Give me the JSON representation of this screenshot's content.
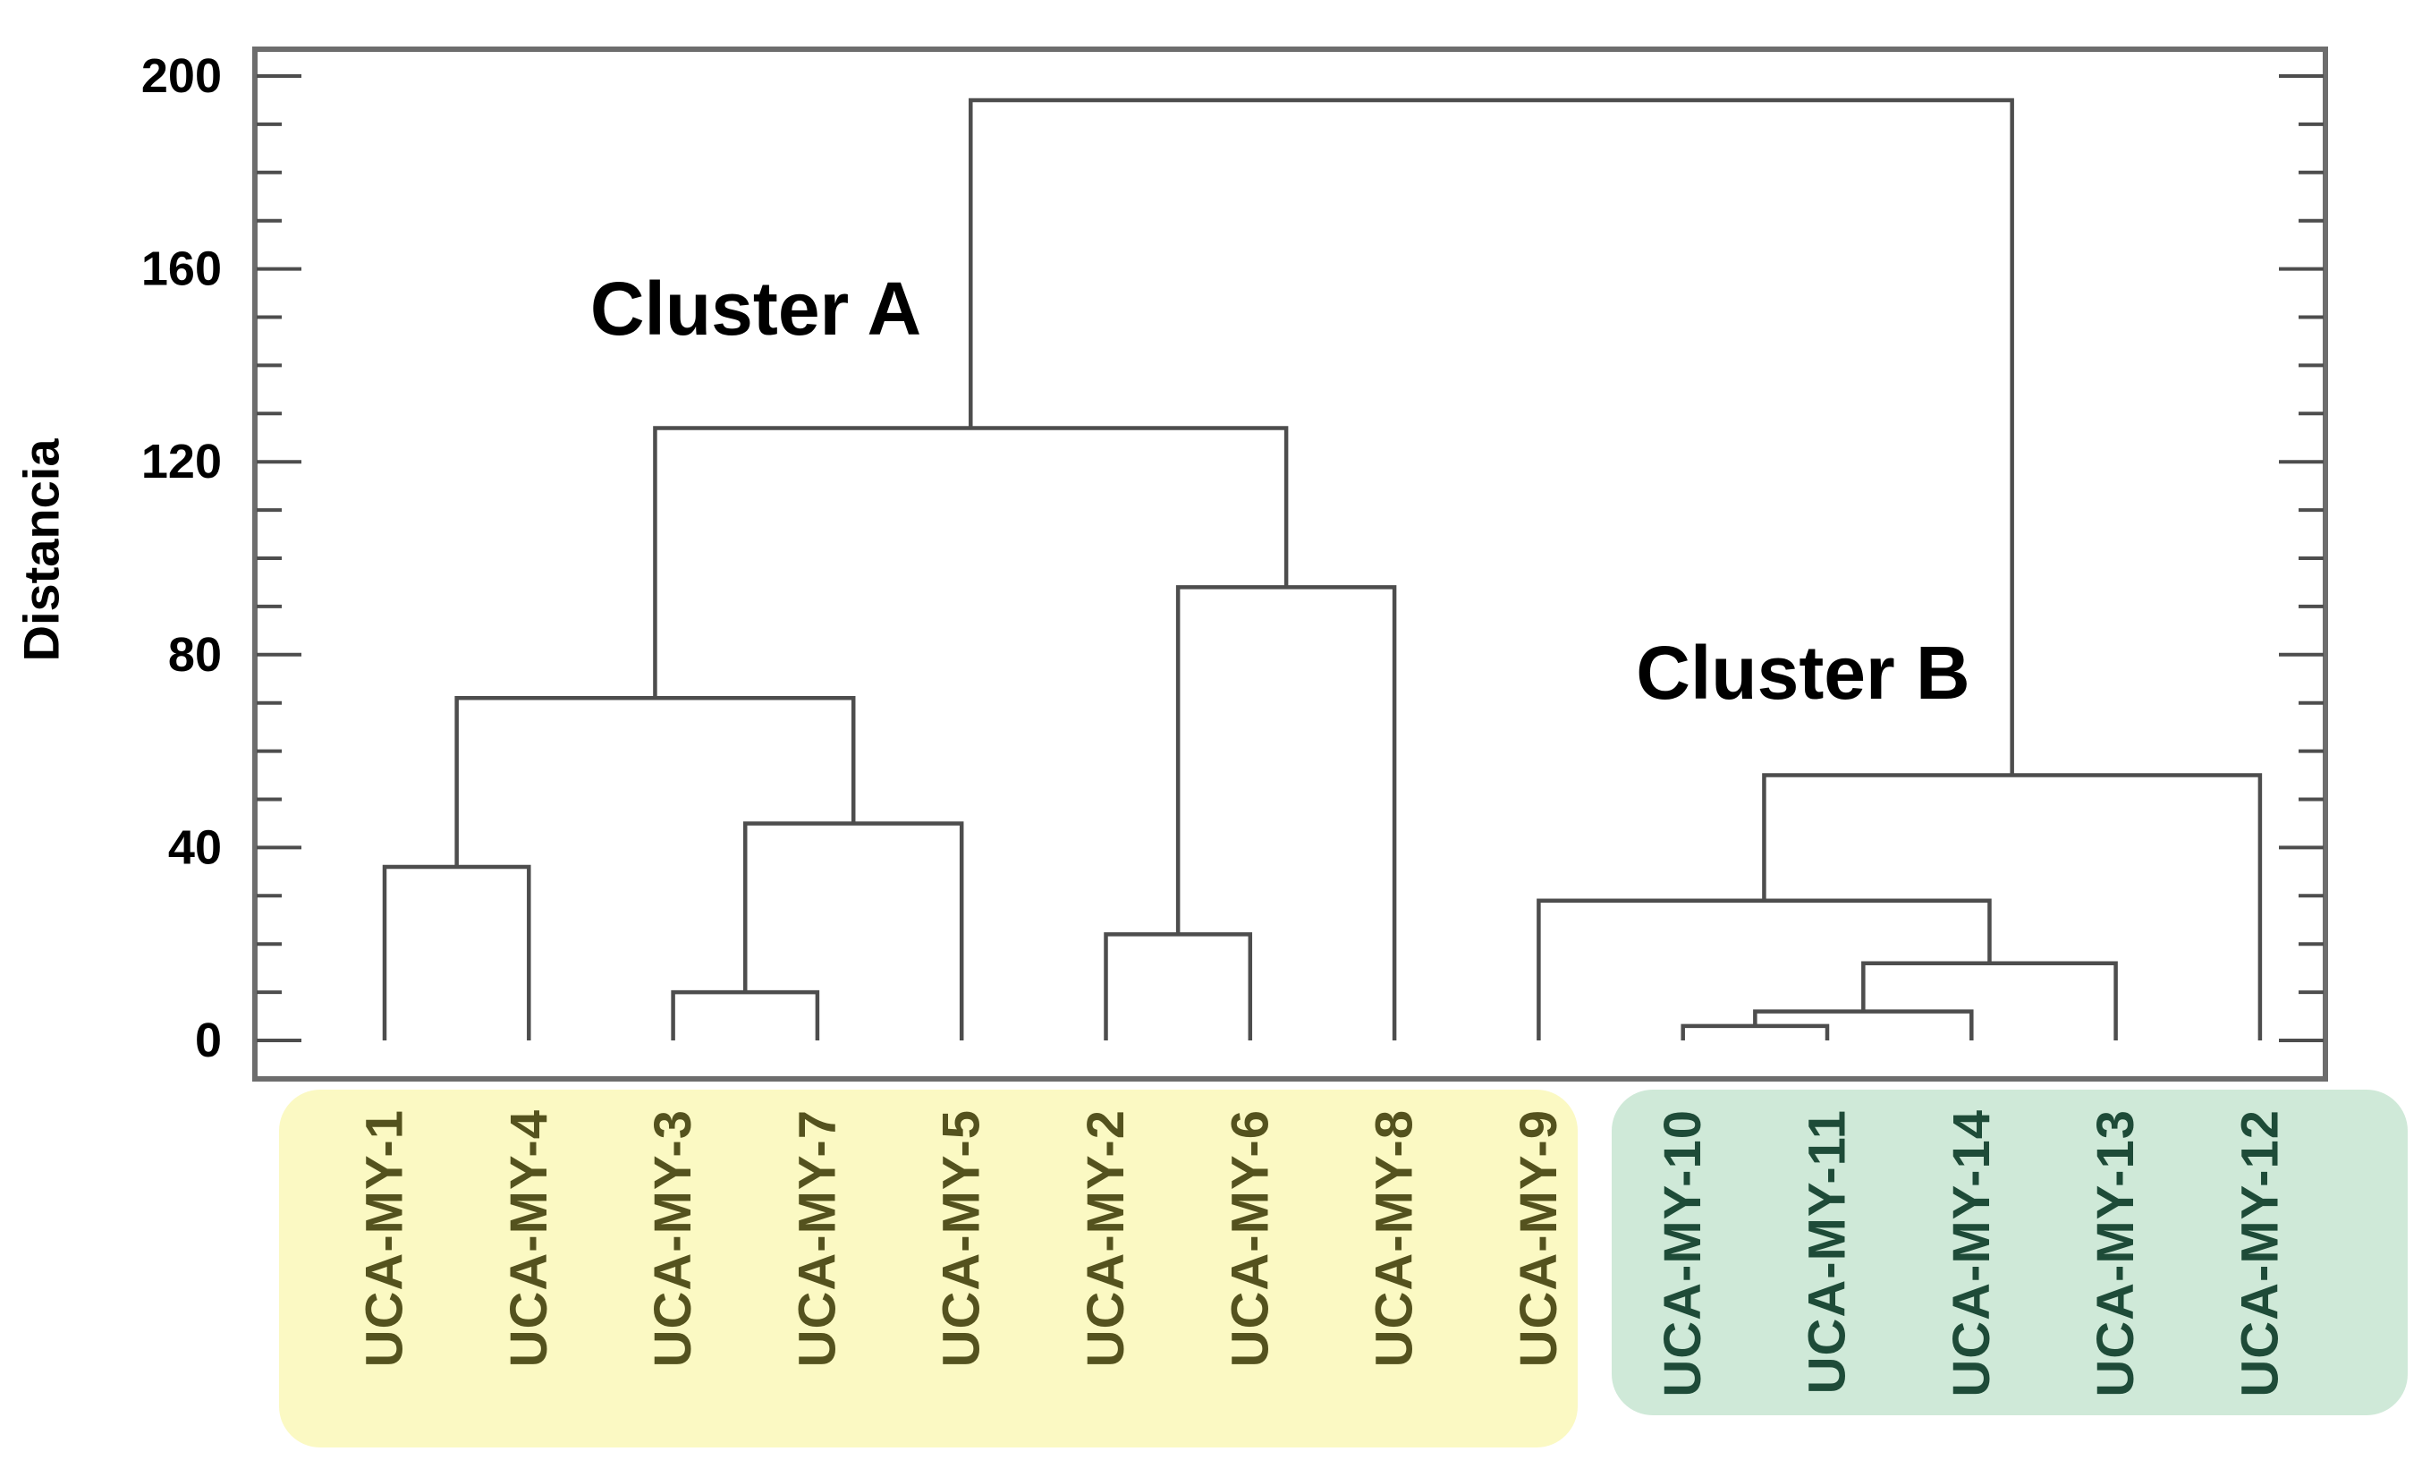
{
  "chart_data": {
    "type": "dendrogram",
    "orientation": "vertical",
    "title": "",
    "ylabel": "Distancia",
    "xlabel": "",
    "ylim": [
      0,
      200
    ],
    "y_major_ticks": [
      0,
      40,
      80,
      120,
      160,
      200
    ],
    "y_minor_step": 10,
    "grid": false,
    "leaves": [
      {
        "label": "UCA-MY-1",
        "cluster": "A"
      },
      {
        "label": "UCA-MY-4",
        "cluster": "A"
      },
      {
        "label": "UCA-MY-3",
        "cluster": "A"
      },
      {
        "label": "UCA-MY-7",
        "cluster": "A"
      },
      {
        "label": "UCA-MY-5",
        "cluster": "A"
      },
      {
        "label": "UCA-MY-2",
        "cluster": "A"
      },
      {
        "label": "UCA-MY-6",
        "cluster": "A"
      },
      {
        "label": "UCA-MY-8",
        "cluster": "A"
      },
      {
        "label": "UCA-MY-9",
        "cluster": "A"
      },
      {
        "label": "UCA-MY-10",
        "cluster": "B"
      },
      {
        "label": "UCA-MY-11",
        "cluster": "B"
      },
      {
        "label": "UCA-MY-14",
        "cluster": "B"
      },
      {
        "label": "UCA-MY-13",
        "cluster": "B"
      },
      {
        "label": "UCA-MY-12",
        "cluster": "B"
      }
    ],
    "merges": [
      {
        "id": "n1",
        "a": "UCA-MY-1",
        "b": "UCA-MY-4",
        "height": 36
      },
      {
        "id": "n2",
        "a": "UCA-MY-3",
        "b": "UCA-MY-7",
        "height": 10
      },
      {
        "id": "n3",
        "a": "n2",
        "b": "UCA-MY-5",
        "height": 45
      },
      {
        "id": "n4",
        "a": "n1",
        "b": "n3",
        "height": 71
      },
      {
        "id": "n5",
        "a": "UCA-MY-2",
        "b": "UCA-MY-6",
        "height": 22
      },
      {
        "id": "n6",
        "a": "n5",
        "b": "UCA-MY-8",
        "height": 94
      },
      {
        "id": "n7",
        "a": "n4",
        "b": "n6",
        "height": 127
      },
      {
        "id": "n8",
        "a": "UCA-MY-10",
        "b": "UCA-MY-11",
        "height": 3
      },
      {
        "id": "n9",
        "a": "n8",
        "b": "UCA-MY-14",
        "height": 6
      },
      {
        "id": "n10",
        "a": "n9",
        "b": "UCA-MY-13",
        "height": 16
      },
      {
        "id": "n11",
        "a": "UCA-MY-9",
        "b": "n10",
        "height": 29
      },
      {
        "id": "n12",
        "a": "n11",
        "b": "UCA-MY-12",
        "height": 55
      },
      {
        "id": "n13",
        "a": "n7",
        "b": "n12",
        "height": 195
      }
    ],
    "annotations": [
      {
        "text": "Cluster A"
      },
      {
        "text": "Cluster B"
      }
    ],
    "clusters": [
      {
        "name": "Cluster A",
        "box_color": "#fbf9c3",
        "label_color": "#54521e",
        "leaves": [
          "UCA-MY-1",
          "UCA-MY-4",
          "UCA-MY-3",
          "UCA-MY-7",
          "UCA-MY-5",
          "UCA-MY-2",
          "UCA-MY-6",
          "UCA-MY-8",
          "UCA-MY-9"
        ]
      },
      {
        "name": "Cluster B",
        "box_color": "#cfe9d8",
        "label_color": "#1e4b38",
        "leaves": [
          "UCA-MY-10",
          "UCA-MY-11",
          "UCA-MY-14",
          "UCA-MY-13",
          "UCA-MY-12"
        ]
      }
    ],
    "colors": {
      "branch": "#4d4d4d",
      "frame": "#6d6d6d",
      "tick": "#4d4d4d",
      "axis_text": "#000000",
      "annotation_text": "#000000",
      "background": "#ffffff"
    }
  }
}
